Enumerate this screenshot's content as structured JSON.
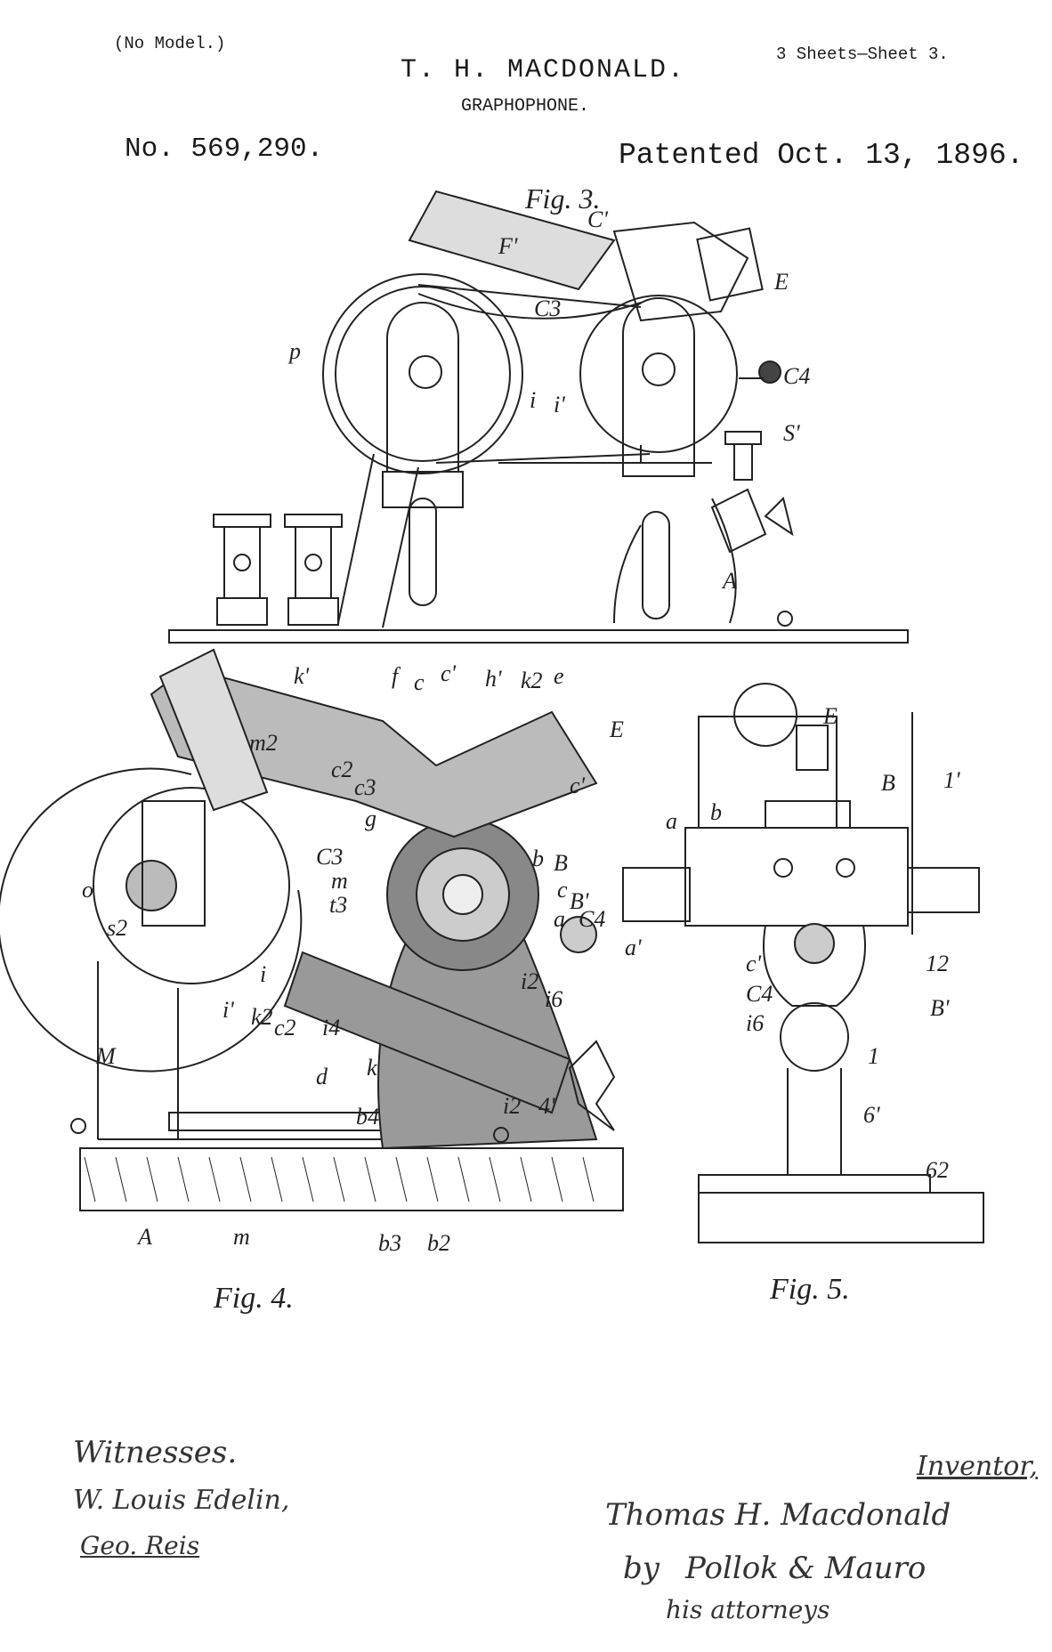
{
  "header": {
    "model_note": "(No Model.)",
    "sheets": "3 Sheets—Sheet 3.",
    "inventor_name": "T. H. MACDONALD.",
    "title": "GRAPHOPHONE.",
    "patent_number": "No. 569,290.",
    "patent_date": "Patented Oct. 13, 1896."
  },
  "figures": {
    "fig3": {
      "label": "Fig. 3.",
      "refs": [
        "C'",
        "E",
        "C3",
        "p",
        "C4",
        "i",
        "i'",
        "S'",
        "A",
        "F'"
      ]
    },
    "fig4": {
      "label": "Fig. 4.",
      "refs": [
        "k'",
        "f",
        "c",
        "c'",
        "h'",
        "k2",
        "e",
        "E",
        "m2",
        "c2",
        "c3",
        "g",
        "c'",
        "C3",
        "b",
        "B",
        "m",
        "c",
        "B'",
        "t3",
        "a",
        "C4",
        "o",
        "s2",
        "i2",
        "i",
        "i'",
        "k2",
        "c2",
        "i4",
        "i6",
        "M",
        "d",
        "k",
        "b4",
        "i2",
        "4'",
        "A",
        "m",
        "b3",
        "b2"
      ]
    },
    "fig5": {
      "label": "Fig. 5.",
      "refs": [
        "E",
        "B",
        "1'",
        "a",
        "b",
        "a'",
        "c'",
        "C4",
        "i6",
        "1",
        "B'",
        "12",
        "6'",
        "62"
      ]
    }
  },
  "signatures": {
    "witnesses_label": "Witnesses.",
    "witness_1": "W. Louis Edelin,",
    "witness_2": "Geo. Reis",
    "inventor_label": "Inventor,",
    "inventor_signature": "Thomas H. Macdonald",
    "attorney_prefix": "by",
    "attorney_signature": "Pollok & Mauro",
    "attorney_suffix": "his attorneys"
  }
}
